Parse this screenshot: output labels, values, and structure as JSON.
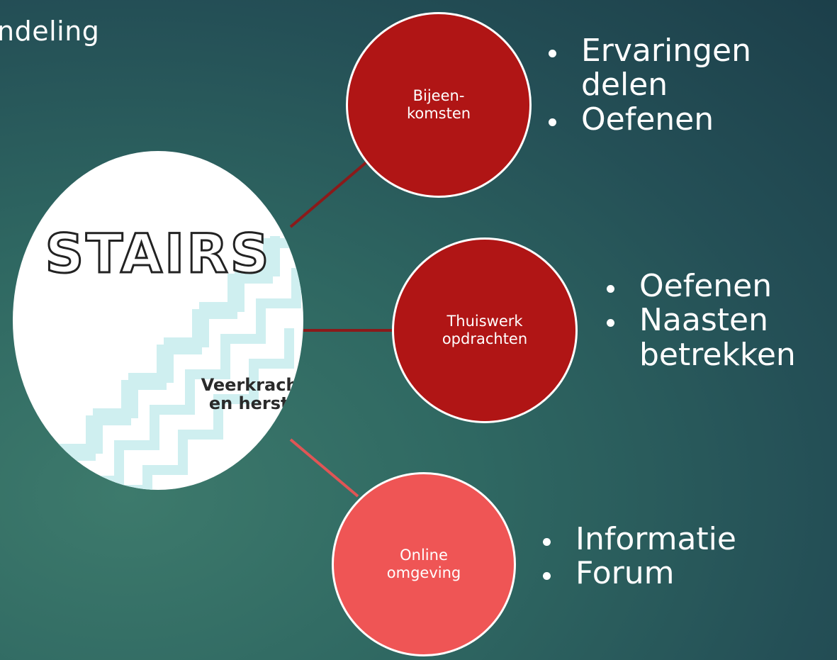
{
  "title": "ndeling",
  "hub": {
    "logo_title": "STAIRS",
    "logo_subtitle": "Veerkracht\nen herstel",
    "colors": {
      "stripe": "#cfeff0",
      "text": "#2a2a2a"
    }
  },
  "nodes": [
    {
      "label": "Bijeen-\nkomsten",
      "color": "#b01515",
      "bullets": [
        "Ervaringen delen",
        "Oefenen"
      ]
    },
    {
      "label": "Thuiswerk\nopdrachten",
      "color": "#b01515",
      "bullets": [
        "Oefenen",
        "Naasten betrekken"
      ]
    },
    {
      "label": "Online\nomgeving",
      "color": "#ef5555",
      "bullets": [
        "Informatie",
        "Forum"
      ]
    }
  ],
  "connector_colors": [
    "#8b1a1a",
    "#8b1a1a",
    "#e05555"
  ]
}
